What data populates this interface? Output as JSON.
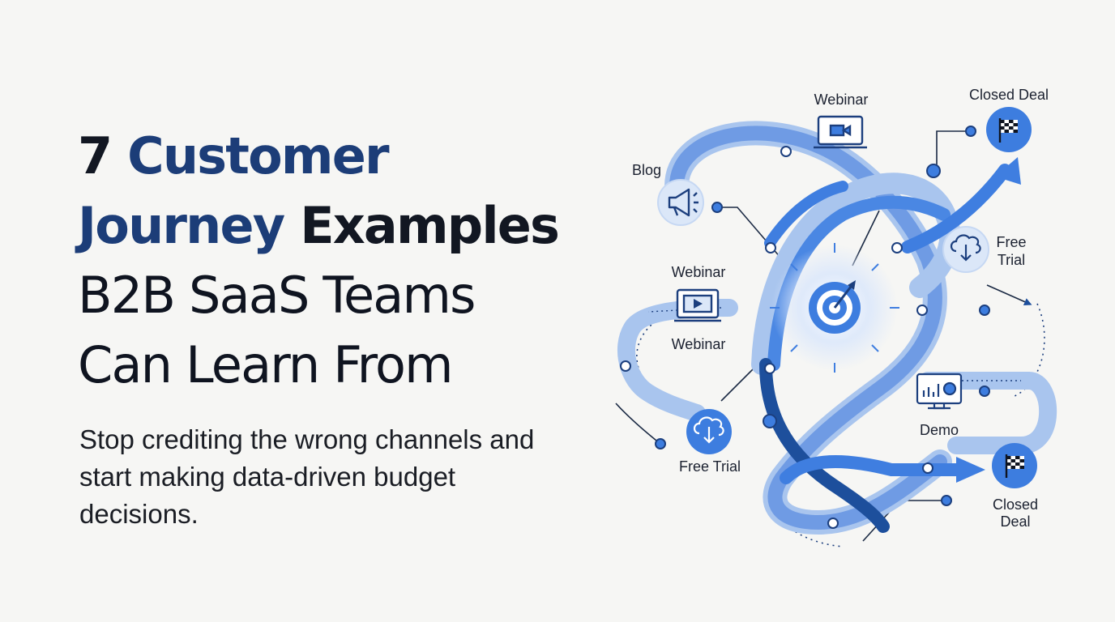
{
  "headline": {
    "line1": "7 Customer",
    "line2a": "Journey",
    "line2b": "Examples",
    "line3": "B2B SaaS Teams",
    "line4": "Can Learn From"
  },
  "subhead": "Stop crediting the wrong channels and start making data-driven budget decisions.",
  "diagram": {
    "labels": {
      "webinar_top": "Webinar",
      "closed_deal_top": "Closed Deal",
      "blog": "Blog",
      "free_trial_right_1": "Free",
      "free_trial_right_2": "Trial",
      "webinar_left_top": "Webinar",
      "webinar_left_bottom": "Webinar",
      "demo": "Demo",
      "free_trial_bottom": "Free Trial",
      "closed_deal_bottom_1": "Closed",
      "closed_deal_bottom_2": "Deal"
    },
    "icons": [
      "megaphone-icon",
      "laptop-video-icon",
      "checkered-flag-icon",
      "cloud-download-icon",
      "monitor-play-icon",
      "monitor-chart-icon",
      "target-icon"
    ],
    "colors": {
      "path_light": "#a9c5ee",
      "path_mid": "#6f9be4",
      "path_main": "#3f7ee0",
      "path_dark": "#1d4f9c",
      "badge_fill": "#3d7ddf",
      "badge_light": "#dbe7f8",
      "node_dark": "#1c3f7e"
    }
  }
}
